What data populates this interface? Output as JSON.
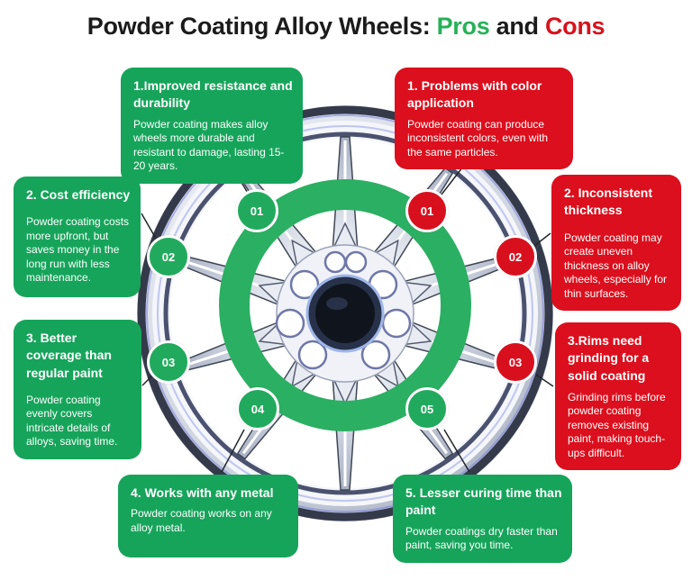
{
  "title": {
    "main": "Powder Coating Alloy Wheels:",
    "pros_word": "Pros",
    "conjunction": "and",
    "cons_word": "Cons"
  },
  "colors": {
    "green": "#16A45A",
    "red": "#DB0F1D",
    "ring_green": "#2BAF62",
    "badge_green": "#21AA5D",
    "badge_red": "#D8101E",
    "title_green": "#27B158",
    "title_red": "#D6131C",
    "ink": "#1B1B1B"
  },
  "center_image": "alloy-wheel-photo",
  "pros": {
    "item1": {
      "badge": "01",
      "heading": "1.Improved resistance and durability",
      "body": "Powder coating makes alloy wheels more durable and resistant to damage, lasting 15-20 years."
    },
    "item2": {
      "badge": "02",
      "heading": "2. Cost efficiency",
      "body": "Powder coating costs more upfront, but saves money in the long run with less maintenance."
    },
    "item3": {
      "badge": "03",
      "heading": "3. Better coverage than regular paint",
      "body": "Powder coating evenly covers intricate details of alloys, saving time."
    },
    "item4": {
      "badge": "04",
      "heading": "4. Works with any metal",
      "body": "Powder coating works on any alloy metal."
    },
    "item5": {
      "badge": "05",
      "heading": "5. Lesser curing time than paint",
      "body": "Powder coatings dry faster than paint, saving you time."
    }
  },
  "cons": {
    "item1": {
      "badge": "01",
      "heading": "1. Problems with color application",
      "body": "Powder coating can produce inconsistent colors, even with the same particles."
    },
    "item2": {
      "badge": "02",
      "heading": "2. Inconsistent thickness",
      "body": "Powder coating may create uneven thickness on alloy wheels, especially for thin surfaces."
    },
    "item3": {
      "badge": "03",
      "heading": "3.Rims need grinding for a solid coating",
      "body": "Grinding rims before powder coating removes existing paint, making touch-ups difficult."
    }
  }
}
